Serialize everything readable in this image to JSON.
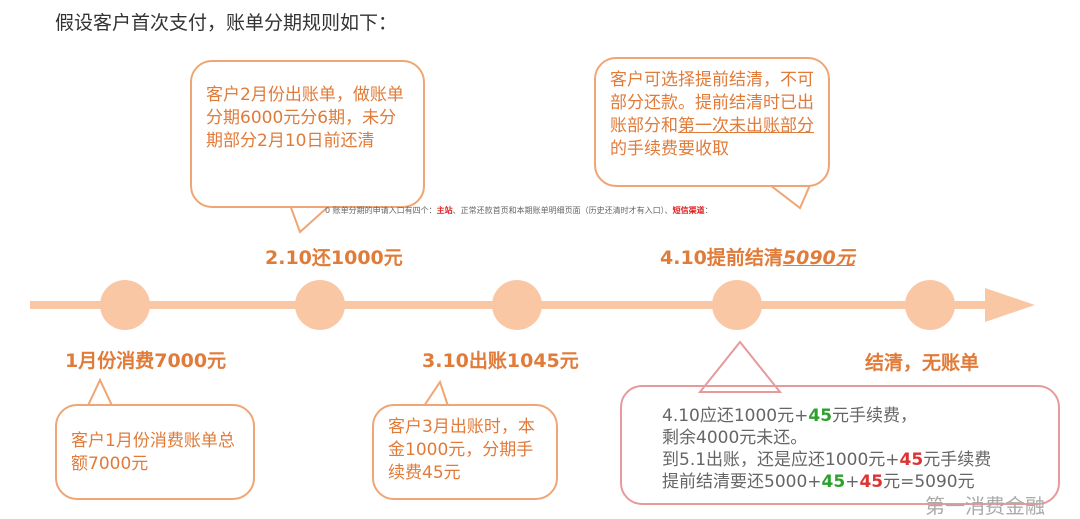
{
  "title": "假设客户首次支付，账单分期规则如下：",
  "bubbles": {
    "b1": "客户2月份出账单，做账单分期6000元分6期，未分期部分2月10日前还清",
    "b2a": "客户可选择提前结清，不可部分还款。提前结清时已出账部分和",
    "b2u": "第一次未出账部分",
    "b2b": "的手续费要收取",
    "b3": "客户1月份消费账单总额7000元",
    "b4": "客户3月出账时，本金1000元，分期手续费45元"
  },
  "note": {
    "a": "0 账单分期的申请入口有四个：",
    "r1": "主站",
    "b": "、正常还款首页和本期账单明细页面（历史还清时才有入口）、",
    "r2": "短信渠道",
    "c": "："
  },
  "labels": {
    "l1": "2.10还1000元",
    "l2a": "4.10提前结清",
    "l2u": "5090元",
    "l3": "1月份消费7000元",
    "l4": "3.10出账1045元",
    "l5": "结清，无账单"
  },
  "box": {
    "r1a": "4.10应还1000元+",
    "r1g": "45",
    "r1b": "元手续费，",
    "r2": "剩余4000元未还。",
    "r3a": "到5.1出账，还是应还1000元+",
    "r3r": "45",
    "r3b": "元手续费",
    "r4a": "提前结清要还5000+",
    "r4g": "45",
    "r4b": "+",
    "r4r": "45",
    "r4c": "元=5090元"
  },
  "watermark": "第一消费金融",
  "colors": {
    "accent": "#e07b39",
    "timeline": "#f9c7a4"
  }
}
